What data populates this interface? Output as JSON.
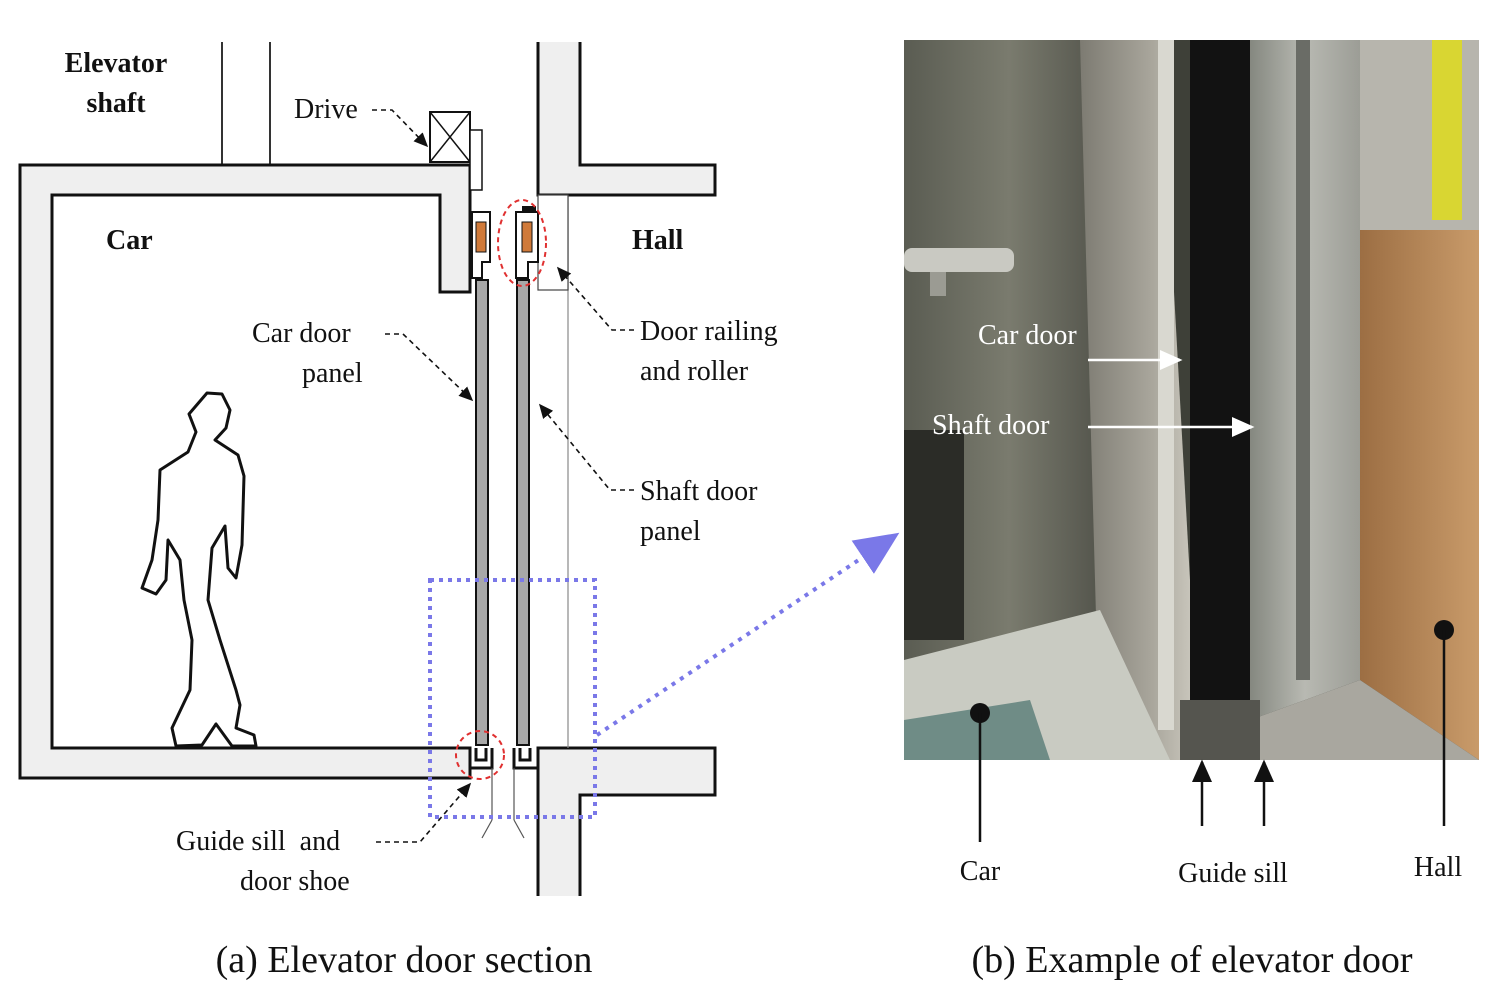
{
  "panel_a": {
    "caption": "(a) Elevator door section",
    "labels": {
      "elevator_shaft_line1": "Elevator",
      "elevator_shaft_line2": "shaft",
      "car": "Car",
      "hall": "Hall",
      "drive": "Drive",
      "car_door_panel_line1": "Car door",
      "car_door_panel_line2": "panel",
      "door_railing_line1": "Door railing",
      "door_railing_line2": "and roller",
      "shaft_door_panel_line1": "Shaft door",
      "shaft_door_panel_line2": "panel",
      "guide_sill_line1": "Guide sill  and",
      "guide_sill_line2": "door shoe"
    }
  },
  "panel_b": {
    "caption": "(b) Example of elevator door",
    "labels": {
      "car_door": "Car door",
      "shaft_door": "Shaft door",
      "car": "Car",
      "guide_sill": "Guide sill",
      "hall": "Hall"
    }
  },
  "colors": {
    "wall_fill": "#efefef",
    "roller": "#d07a3a",
    "highlight_box": "#7a78e8",
    "circle_marker": "#e03030",
    "door_panel": "#a8a8a8"
  }
}
